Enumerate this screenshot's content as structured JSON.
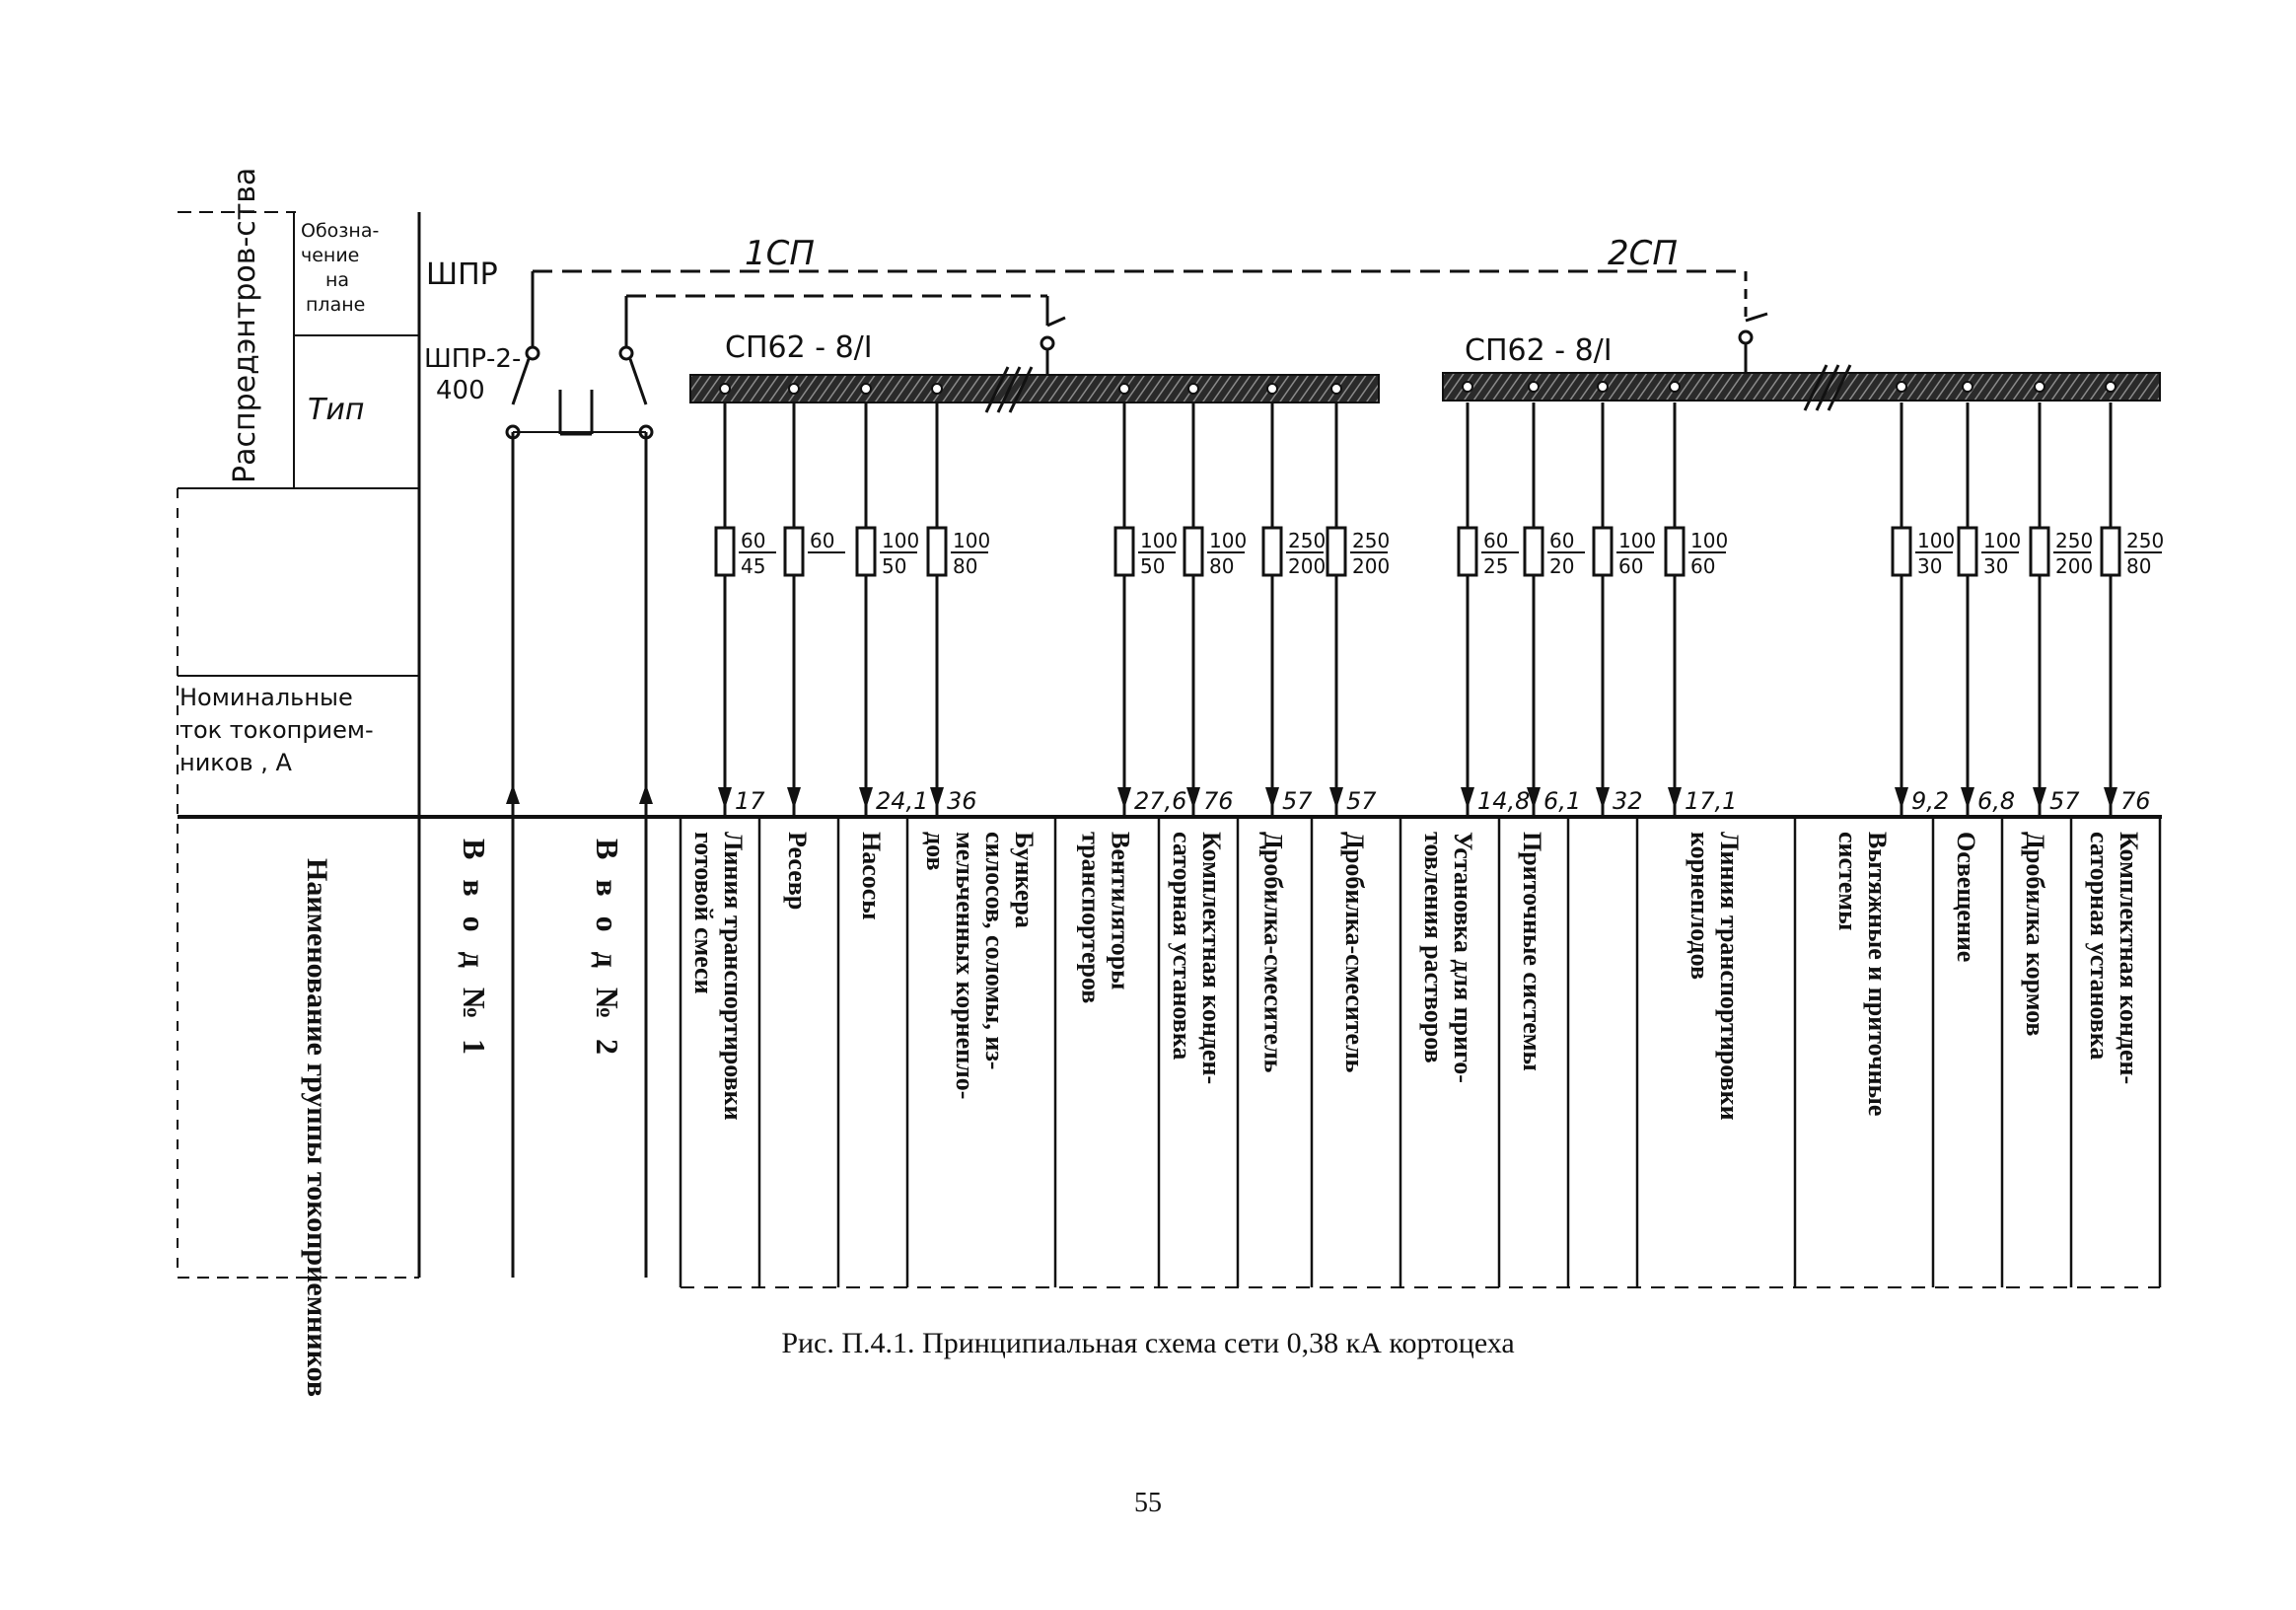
{
  "header": {
    "rotated_title": "Распредэнтров-ства",
    "designation_label": [
      "Обозна-",
      "чение",
      "на",
      "плане"
    ],
    "type_label": "Тип",
    "rated_current_label": [
      "Номинальные",
      "ток токоприем-",
      "ников , А"
    ],
    "names_label": "Наименование группы токоприемников"
  },
  "main_panel": {
    "designation": "ШПР",
    "type": [
      "ШПР-2-",
      "400"
    ]
  },
  "feeders": {
    "feeder1": "1СП",
    "feeder2": "2СП"
  },
  "cabinets": [
    {
      "label": "СП62 - 8/I"
    },
    {
      "label": "СП62 - 8/I"
    }
  ],
  "inputs": [
    {
      "name": "В в о д № 1"
    },
    {
      "name": "В в о д № 2"
    }
  ],
  "branches": [
    {
      "fuse": [
        "60",
        "45"
      ],
      "current": "17",
      "name": [
        "Линия транспортировки",
        "готовой смеси"
      ]
    },
    {
      "fuse": [
        "60",
        ""
      ],
      "current": "",
      "name": [
        "Ресевр"
      ]
    },
    {
      "fuse": [
        "100",
        "50"
      ],
      "current": "24,1",
      "name": [
        "Насосы"
      ]
    },
    {
      "fuse": [
        "100",
        "80"
      ],
      "current": "36",
      "name": [
        "Бункера",
        "силосов, соломы, из-",
        "мельченных корнепло-",
        "дов"
      ]
    },
    {
      "fuse": [
        "100",
        "50"
      ],
      "current": "27,6",
      "name": [
        "Вентиляторы",
        "транспортеров"
      ]
    },
    {
      "fuse": [
        "100",
        "80"
      ],
      "current": "76",
      "name": [
        "Комплектная конден-",
        "саторная установка"
      ]
    },
    {
      "fuse": [
        "250",
        "200"
      ],
      "current": "57",
      "name": [
        "Дробилка-смеситель"
      ]
    },
    {
      "fuse": [
        "250",
        "200"
      ],
      "current": "57",
      "name": [
        "Дробилка-смеситель"
      ]
    },
    {
      "fuse": [
        "60",
        "25"
      ],
      "current": "14,8",
      "name": [
        "Установка для приго-",
        "товления растворов"
      ]
    },
    {
      "fuse": [
        "60",
        "20"
      ],
      "current": "6,1",
      "name": [
        "Приточные системы"
      ]
    },
    {
      "fuse": [
        "100",
        "60"
      ],
      "current": "32",
      "name": [
        ""
      ]
    },
    {
      "fuse": [
        "100",
        "60"
      ],
      "current": "17,1",
      "name": [
        "Линия транспортировки",
        "корнеплодов"
      ]
    },
    {
      "fuse": [
        "100",
        "30"
      ],
      "current": "9,2",
      "name": [
        "Вытяжные и приточные",
        "системы"
      ]
    },
    {
      "fuse": [
        "100",
        "30"
      ],
      "current": "6,8",
      "name": [
        "Освещение"
      ]
    },
    {
      "fuse": [
        "250",
        "200"
      ],
      "current": "57",
      "name": [
        "Дробилка кормов"
      ]
    },
    {
      "fuse": [
        "250",
        "80"
      ],
      "current": "76",
      "name": [
        "Комплектная конден-",
        "саторная установка"
      ]
    }
  ],
  "caption": "Рис. П.4.1. Принципиальная схема сети 0,38 кА кортоцеха",
  "page_number": "55"
}
